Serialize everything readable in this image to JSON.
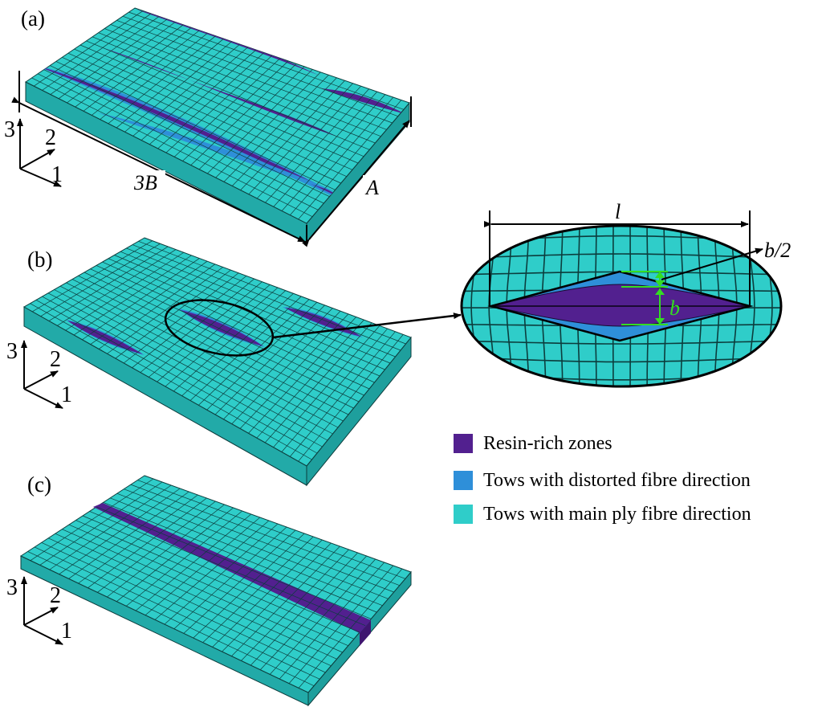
{
  "colors": {
    "resin": "#52208f",
    "distorted": "#2e8fd9",
    "main": "#2fcdc9",
    "main_side": "#22aaa8",
    "mesh_line": "#0c3d3d",
    "dim_line": "#000000",
    "green_dim": "#33dd22"
  },
  "panels": {
    "a": {
      "label": "(a)",
      "dim_length": "3B",
      "dim_width": "A"
    },
    "b": {
      "label": "(b)"
    },
    "c": {
      "label": "(c)"
    }
  },
  "axes": {
    "x": "1",
    "y": "2",
    "z": "3"
  },
  "inset": {
    "length_label": "l",
    "half_width_label": "b/2",
    "width_label": "b"
  },
  "legend": [
    {
      "label": "Resin-rich zones",
      "color_key": "resin"
    },
    {
      "label": "Tows with distorted fibre direction",
      "color_key": "distorted"
    },
    {
      "label": "Tows with main ply fibre direction",
      "color_key": "main"
    }
  ]
}
